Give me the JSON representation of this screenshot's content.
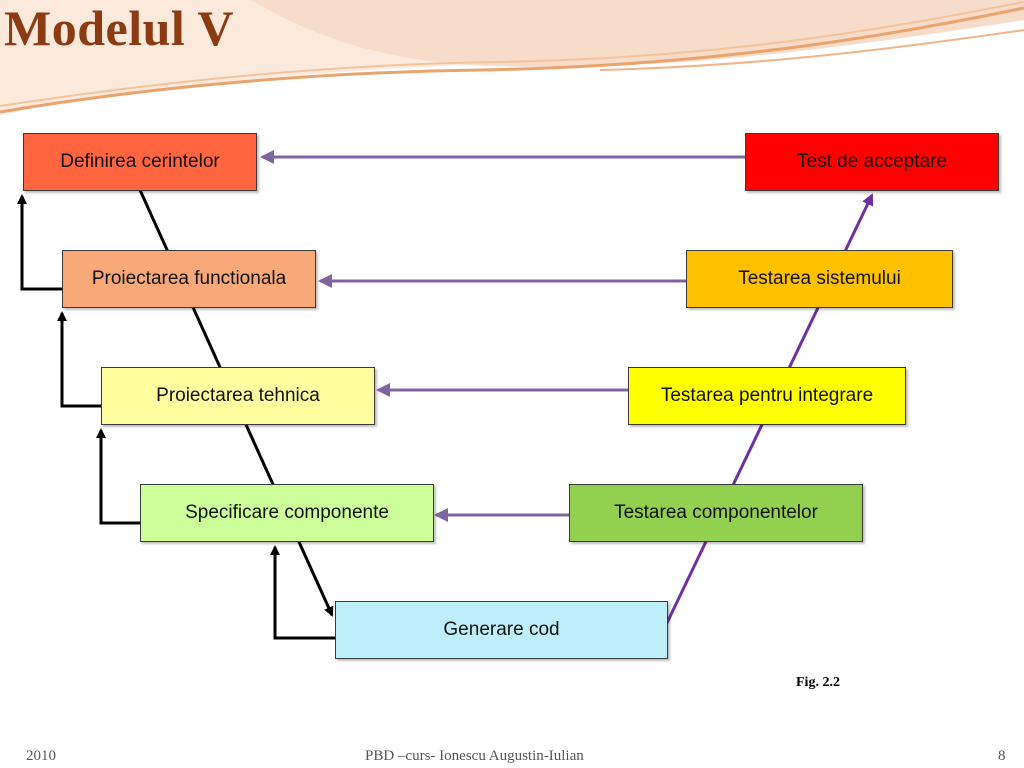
{
  "slide": {
    "title": "Modelul V",
    "caption": "Fig. 2.2",
    "footer": {
      "year": "2010",
      "center": "PBD –curs-  Ionescu Augustin-Iulian",
      "page": "8"
    }
  },
  "diagram": {
    "left_column": [
      {
        "label": "Definirea cerintelor",
        "color": "#FF6640"
      },
      {
        "label": "Proiectarea functionala",
        "color": "#F9A877"
      },
      {
        "label": "Proiectarea tehnica",
        "color": "#FFFFA0"
      },
      {
        "label": "Specificare componente",
        "color": "#CCFF99"
      }
    ],
    "bottom": {
      "label": "Generare cod",
      "color": "#BFEEFB"
    },
    "right_column": [
      {
        "label": "Test de acceptare",
        "color": "#FF0000"
      },
      {
        "label": "Testarea sistemului",
        "color": "#FFC000"
      },
      {
        "label": "Testarea pentru integrare",
        "color": "#FFFF00"
      },
      {
        "label": "Testarea componentelor",
        "color": "#92D050"
      }
    ],
    "colors": {
      "left_arm": "#000000",
      "right_arm": "#7030A0",
      "correspondence_arrows": "#8064A2",
      "feedback_arrows": "#000000",
      "title": "#8B3A12"
    }
  }
}
